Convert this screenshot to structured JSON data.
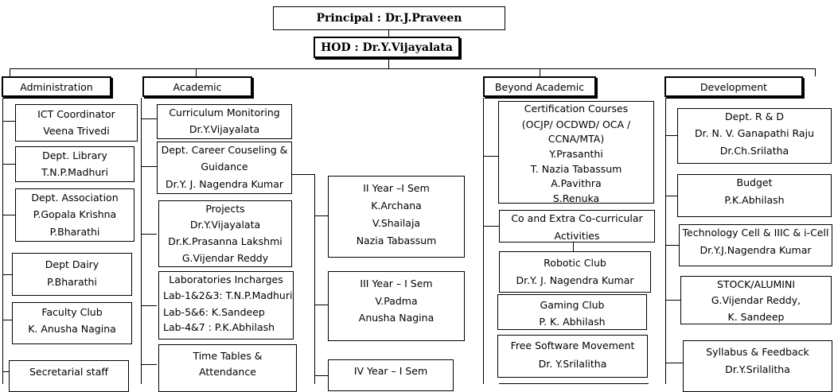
{
  "principal": "Principal : Dr.J.Praveen",
  "hod": "HOD : Dr.Y.Vijayalata",
  "headers": {
    "administration": "Administration",
    "academic": "Academic",
    "beyond_academic": "Beyond Academic",
    "development": "Development"
  },
  "administration": {
    "ict": {
      "title": "ICT Coordinator",
      "name": "Veena Trivedi"
    },
    "library": {
      "title": "Dept. Library",
      "name": "T.N.P.Madhuri"
    },
    "association": {
      "title": "Dept. Association",
      "names": [
        "P.Gopala Krishna",
        "P.Bharathi"
      ]
    },
    "dairy": {
      "title": "Dept Dairy",
      "name": "P.Bharathi"
    },
    "faculty_club": {
      "title": "Faculty Club",
      "name": "K. Anusha Nagina"
    },
    "secretarial": {
      "title": "Secretarial staff"
    }
  },
  "academic": {
    "curriculum": {
      "title": "Curriculum Monitoring",
      "name": "Dr.Y.Vijayalata"
    },
    "career": {
      "title1": "Dept. Career Couseling &",
      "title2": "Guidance",
      "name": "Dr.Y. J. Nagendra Kumar"
    },
    "projects": {
      "title": "Projects",
      "names": [
        "Dr.Y.Vijayalata",
        "Dr.K.Prasanna Lakshmi",
        "G.Vijendar Reddy"
      ]
    },
    "labs": {
      "title": "Laboratories Incharges",
      "lines": [
        "Lab-1&2&3: T.N.P.Madhuri",
        "Lab-5&6: K.Sandeep",
        "Lab-4&7 : P.K.Abhilash"
      ]
    },
    "timetables": {
      "title1": "Time Tables &",
      "title2": "Attendance"
    }
  },
  "years": {
    "y2": {
      "title": "II Year –I Sem",
      "names": [
        "K.Archana",
        "V.Shailaja",
        "Nazia Tabassum"
      ]
    },
    "y3": {
      "title": "III Year – I Sem",
      "names": [
        "V.Padma",
        "Anusha Nagina"
      ]
    },
    "y4": {
      "title": "IV Year – I Sem"
    }
  },
  "beyond": {
    "certification": {
      "lines": [
        "Certification Courses",
        "(OCJP/ OCDWD/ OCA /",
        "CCNA/MTA)",
        "Y.Prasanthi",
        "T. Nazia Tabassum",
        "A.Pavithra",
        "S.Renuka"
      ]
    },
    "cocurricular": {
      "title1": "Co and Extra Co-curricular",
      "title2": "Activities"
    },
    "robotic": {
      "title": "Robotic Club",
      "name": "Dr.Y. J. Nagendra Kumar"
    },
    "gaming": {
      "title": "Gaming Club",
      "name": "P. K. Abhilash"
    },
    "fsm": {
      "title": "Free Software Movement",
      "name": "Dr. Y.Srilalitha"
    }
  },
  "development": {
    "rnd": {
      "title": "Dept. R & D",
      "names": [
        "Dr. N. V. Ganapathi Raju",
        "Dr.Ch.Srilatha"
      ]
    },
    "budget": {
      "title": "Budget",
      "name": "P.K.Abhilash"
    },
    "techcell": {
      "title": "Technology Cell & IIIC & i-Cell",
      "name": "Dr.Y.J.Nagendra Kumar"
    },
    "stock": {
      "title": "STOCK/ALUMINI",
      "names": [
        "G.Vijendar Reddy,",
        "K. Sandeep"
      ]
    },
    "syllabus": {
      "title": "Syllabus & Feedback",
      "name": "Dr.Y.Srilalitha"
    }
  }
}
